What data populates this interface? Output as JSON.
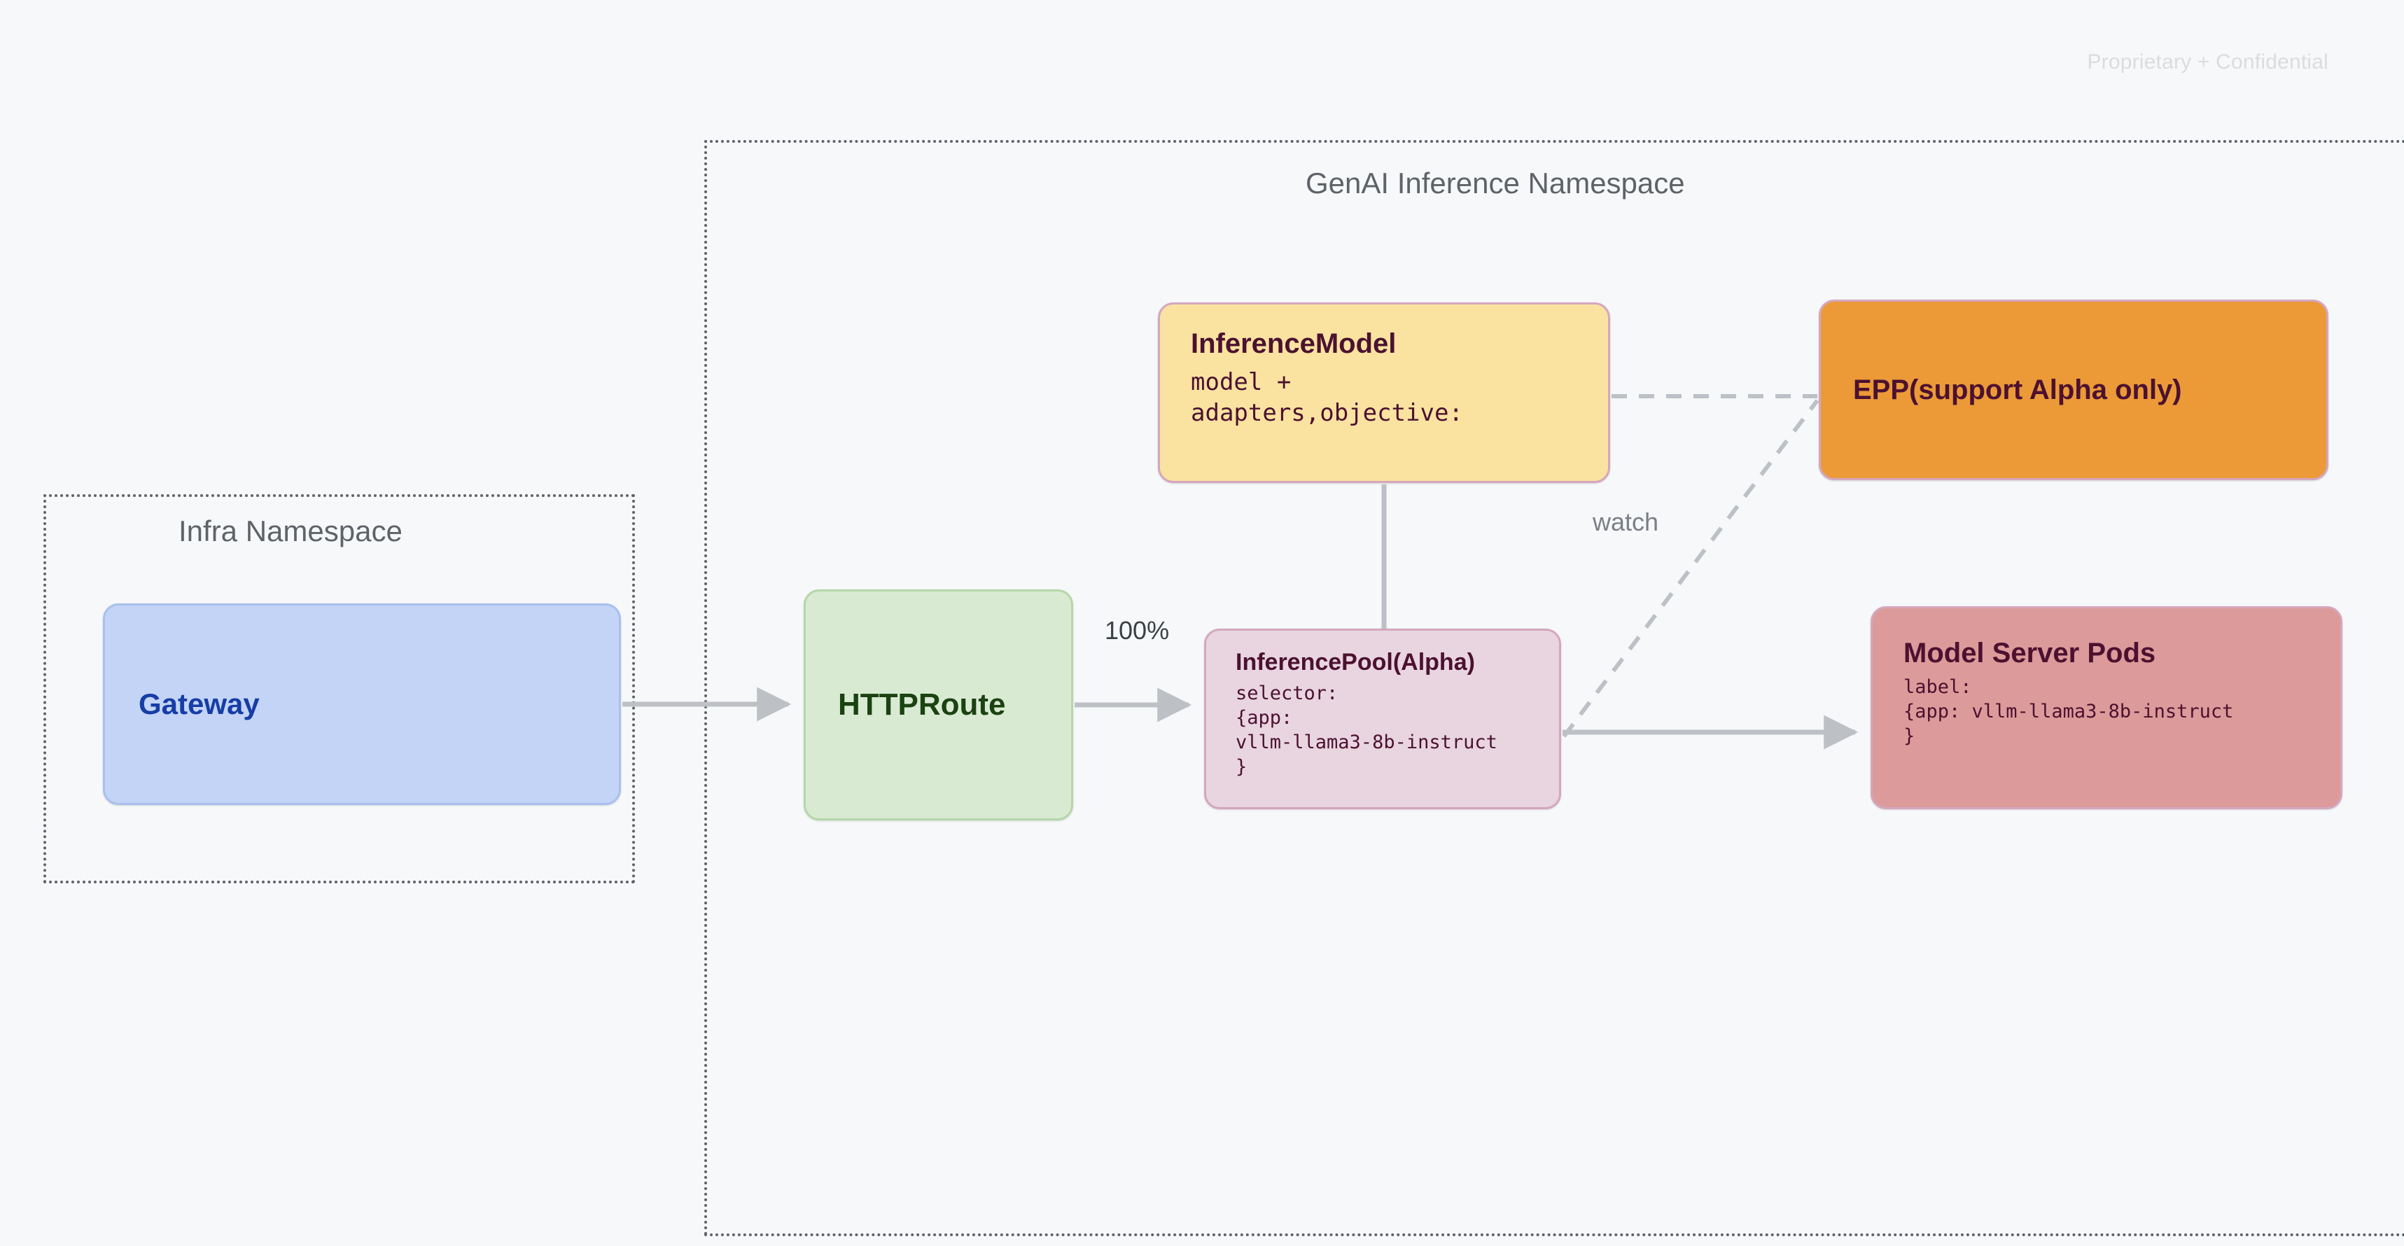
{
  "page": {
    "confidential_notice": "Proprietary + Confidential",
    "background_color": "#f6f8fa"
  },
  "namespaces": [
    {
      "id": "infra",
      "title": "Infra Namespace",
      "border_style": "dotted",
      "border_color": "#5f6368"
    },
    {
      "id": "genai",
      "title": "GenAI Inference Namespace",
      "border_style": "dotted",
      "border_color": "#5f6368"
    }
  ],
  "nodes": {
    "gateway": {
      "title": "Gateway",
      "fill": "#c3d4f7",
      "stroke": "#a8c0ee",
      "text_color": "#173da6"
    },
    "httproute": {
      "title": "HTTPRoute",
      "fill": "#d9ead3",
      "stroke": "#b6d7a8",
      "text_color": "#1b4211"
    },
    "inference_model": {
      "title": "InferenceModel",
      "body": "model +\nadapters,objective:",
      "fill": "#fae3a0",
      "stroke": "#d5a6bd",
      "text_color": "#4c1130"
    },
    "inference_pool": {
      "title": "InferencePool(Alpha)",
      "body": "selector:\n{app:\nvllm-llama3-8b-instruct\n}",
      "fill": "#e8d5e0",
      "stroke": "#d5a6bd",
      "text_color": "#4c1130"
    },
    "epp": {
      "title": "EPP(support Alpha only)",
      "fill": "#eb9a37",
      "stroke": "#d5a6bd",
      "text_color": "#4c1130"
    },
    "model_server_pods": {
      "title": "Model Server Pods",
      "body": "label:\n{app: vllm-llama3-8b-instruct\n}",
      "fill": "#dc9a9a",
      "stroke": "#d5a6bd",
      "text_color": "#4c1130"
    }
  },
  "edges": {
    "gateway_to_httproute": {
      "label": "",
      "style": "solid",
      "arrow": true
    },
    "httproute_to_pool": {
      "label": "100%",
      "style": "solid",
      "arrow": true
    },
    "model_to_pool": {
      "label": "",
      "style": "solid",
      "arrow": false
    },
    "pool_to_pods": {
      "label": "",
      "style": "solid",
      "arrow": true
    },
    "model_to_epp": {
      "label": "watch",
      "style": "dashed",
      "arrow": false
    },
    "pool_to_epp": {
      "label": "",
      "style": "dashed",
      "arrow": false
    }
  },
  "colors": {
    "connector": "#bdc1c6",
    "namespace_border": "#5f6368",
    "label_text": "#3c4043",
    "watch_text": "#7b7f84"
  }
}
